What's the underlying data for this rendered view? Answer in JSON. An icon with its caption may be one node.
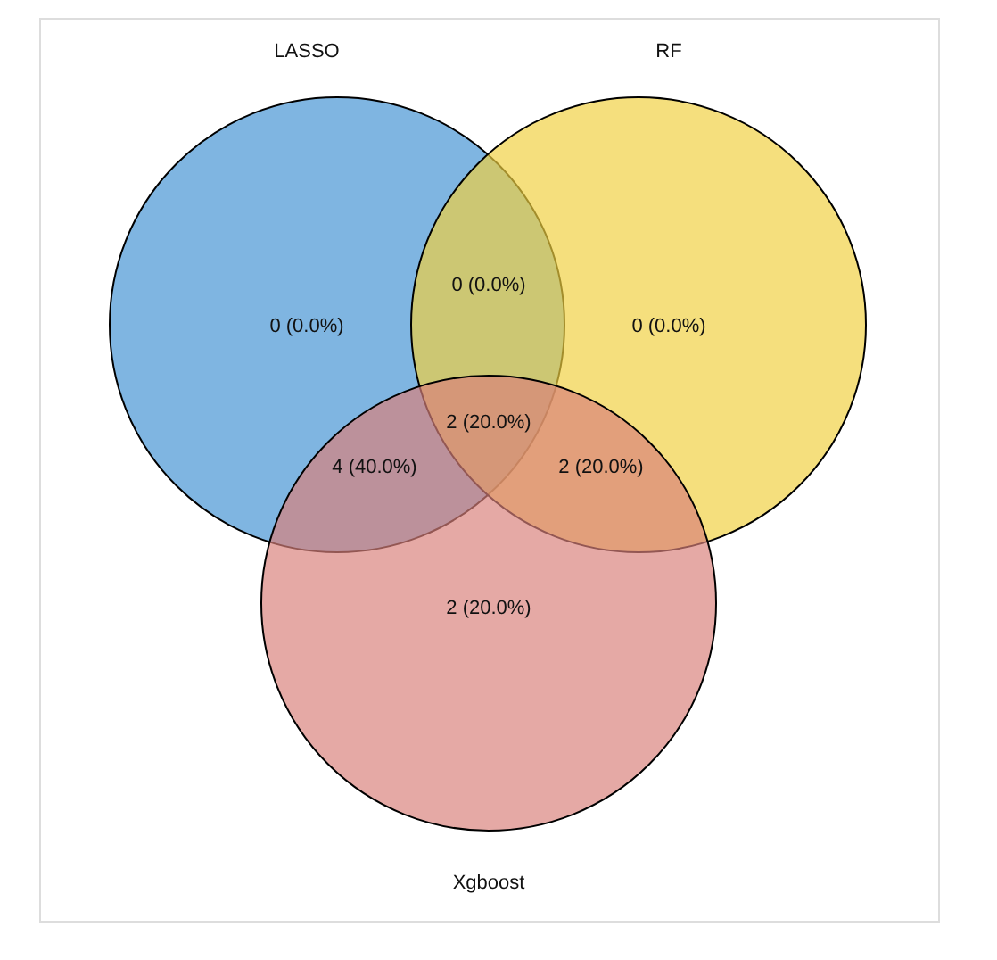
{
  "diagram": {
    "nodes": [
      {
        "text": [
          "LASSO"
        ]
      },
      {
        "text": [
          "RF"
        ]
      },
      {
        "text": [
          "Xgboost"
        ]
      }
    ],
    "labels": [
      "0 (0.0%)",
      "0 (0.0%)",
      "0 (0.0%)",
      "2 (20.0%)",
      "4 (40.0%)",
      "2 (20.0%)",
      "2 (20.0%)"
    ]
  }
}
